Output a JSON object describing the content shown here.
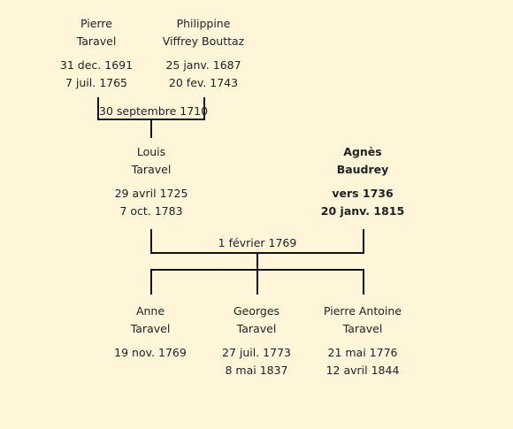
{
  "generation_1": [
    {
      "first_name": "Pierre",
      "last_name": "Taravel",
      "birth": "31 dec. 1691",
      "death": "7 juil. 1765"
    },
    {
      "first_name": "Philippine",
      "last_name": "Viffrey Bouttaz",
      "birth": "25 janv. 1687",
      "death": "20 fev. 1743"
    }
  ],
  "marriage_1": "30 septembre 1710",
  "generation_2": [
    {
      "first_name": "Louis",
      "last_name": "Taravel",
      "birth": "29 avril 1725",
      "death": "7 oct. 1783"
    },
    {
      "first_name": "Agnès",
      "last_name": "Baudrey",
      "birth": "vers 1736",
      "death": "20 janv. 1815"
    }
  ],
  "marriage_2": "1 février 1769",
  "children": [
    {
      "first_name": "Anne",
      "last_name": "Taravel",
      "birth": "19 nov. 1769",
      "death": ""
    },
    {
      "first_name": "Georges",
      "last_name": "Taravel",
      "birth": "27 juil. 1773",
      "death": "8 mai 1837"
    },
    {
      "first_name": "Pierre Antoine",
      "last_name": "Taravel",
      "birth": "21 mai 1776",
      "death": "12 avril 1844"
    }
  ]
}
